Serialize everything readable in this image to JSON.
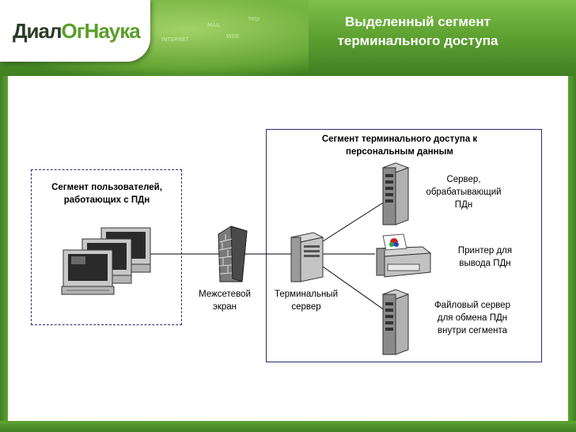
{
  "header": {
    "logo_part1": "Диал",
    "logo_part2": "Ог",
    "logo_part3": "Наука",
    "title_line1": "Выделенный сегмент",
    "title_line2": "терминального доступа",
    "network_words": [
      "MAIL",
      "WEB",
      "INTERNET",
      "http"
    ]
  },
  "segments": {
    "users": {
      "label_line1": "Сегмент пользователей,",
      "label_line2": "работающих с ПДн"
    },
    "terminal_access": {
      "label_line1": "Сегмент терминального доступа к",
      "label_line2": "персональным данным"
    }
  },
  "nodes": {
    "firewall": {
      "line1": "Межсетевой",
      "line2": "экран"
    },
    "terminal_server": {
      "line1": "Терминальный",
      "line2": "сервер"
    },
    "pd_server": {
      "line1": "Сервер,",
      "line2": "обрабатывающий",
      "line3": "ПДн"
    },
    "printer": {
      "line1": "Принтер для",
      "line2": "вывода ПДн"
    },
    "file_server": {
      "line1": "Файловый сервер",
      "line2": "для обмена ПДн",
      "line3": "внутри сегмента"
    }
  },
  "colors": {
    "header_green": "#5fa332",
    "logo_green": "#5a9e2a",
    "border_navy": "#2b2b6b"
  }
}
